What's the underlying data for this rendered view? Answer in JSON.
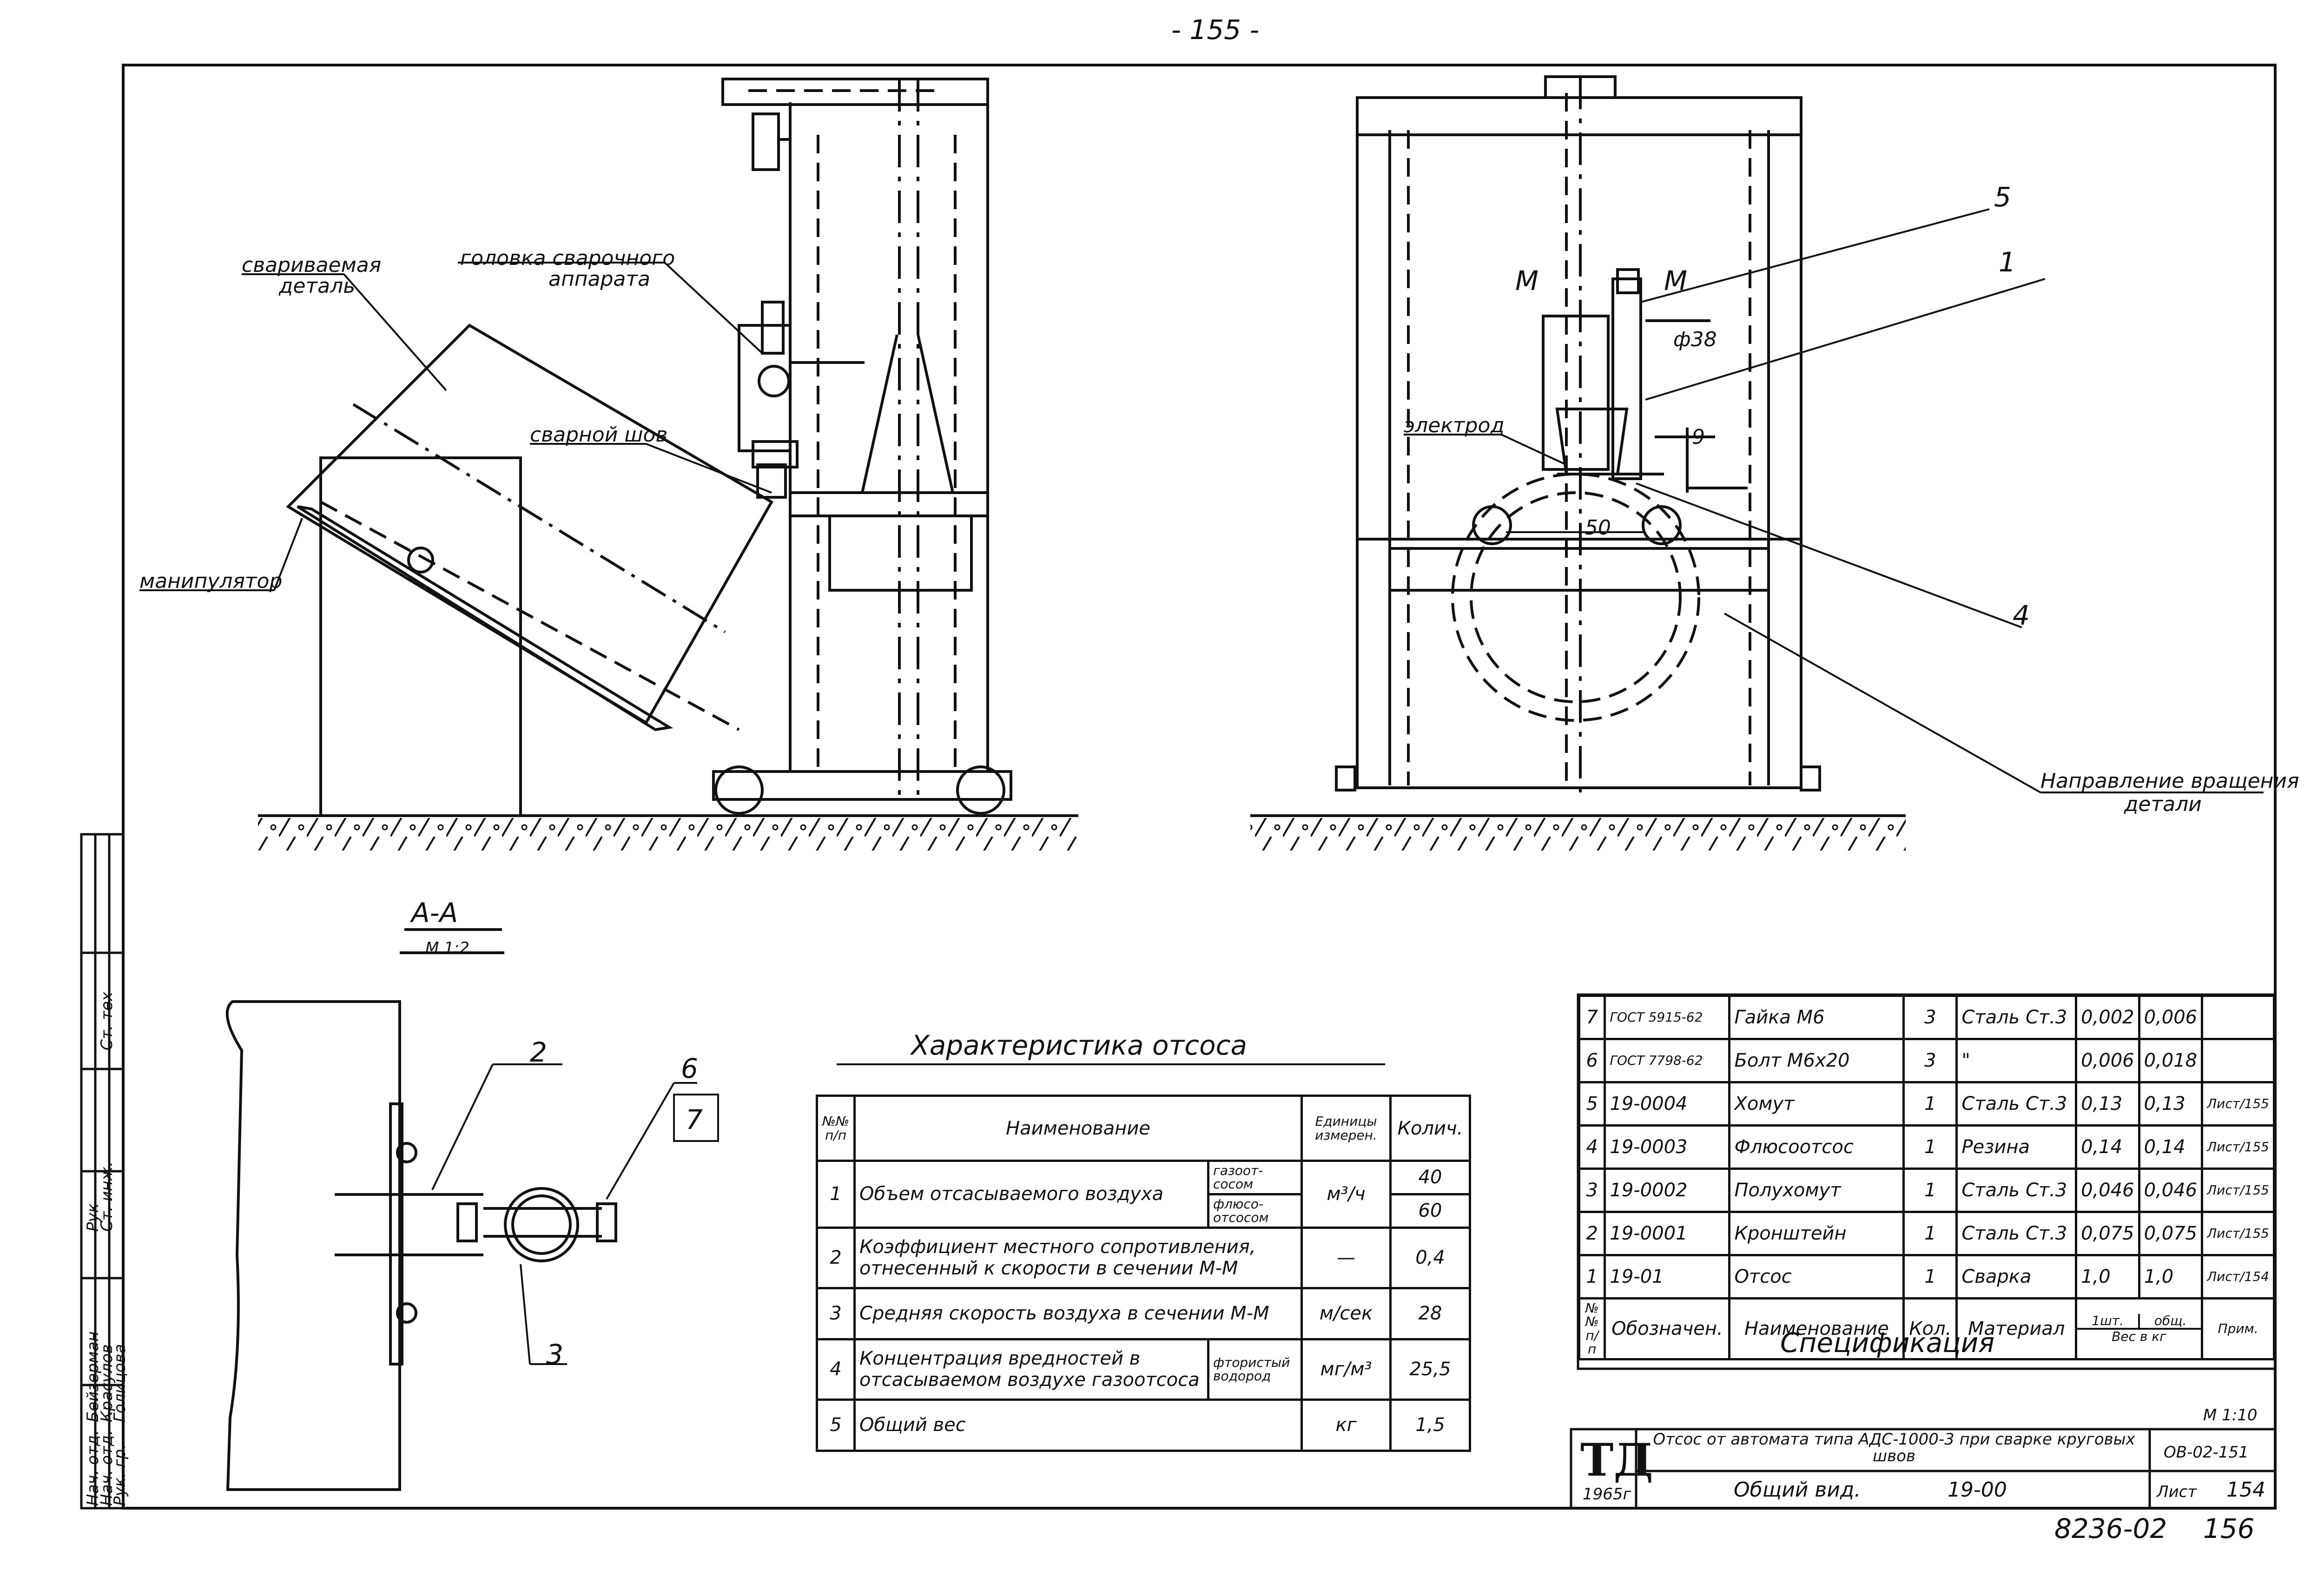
{
  "page_number_top": "- 155 -",
  "labels": {
    "welded_part": [
      "свариваемая",
      "деталь"
    ],
    "weld_head": [
      "головка сварочного",
      "аппарата"
    ],
    "weld_seam": "сварной шов",
    "manipulator": "манипулятор",
    "electrode": "электрод",
    "rotation_direction": [
      "Направление вращения",
      "детали"
    ],
    "section_mark": "М",
    "diameter": "ф38",
    "dim_50": "50",
    "dim_9": "9",
    "callout_1": "1",
    "callout_4": "4",
    "callout_5": "5",
    "section_title": "А-А",
    "section_scale": "М 1:2",
    "callout_2": "2",
    "callout_3": "3",
    "callout_6": "6",
    "callout_7": "7"
  },
  "characteristics": {
    "title": "Характеристика отсоса",
    "header": {
      "num": "№№ п/п",
      "name": "Наименование",
      "unit": "Единицы измерен.",
      "qty": "Колич."
    },
    "rows": [
      {
        "n": "1",
        "name": "Объем отсасываемого воздуха",
        "note1": "газоот-сосом",
        "note2": "флюсо-отсосом",
        "unit": "м³/ч",
        "q1": "40",
        "q2": "60"
      },
      {
        "n": "2",
        "name": "Коэффициент местного сопротивления, отнесенный к скорости в сечении М-М",
        "unit": "—",
        "q1": "0,4"
      },
      {
        "n": "3",
        "name": "Средняя скорость воздуха в сечении М-М",
        "unit": "м/сек",
        "q1": "28"
      },
      {
        "n": "4",
        "name": "Концентрация вредностей в отсасываемом воздухе газоотсоса",
        "note1": "фтористый водород",
        "unit": "мг/м³",
        "q1": "25,5"
      },
      {
        "n": "5",
        "name": "Общий вес",
        "unit": "кг",
        "q1": "1,5"
      }
    ]
  },
  "specification": {
    "title": "Спецификация",
    "rows": [
      {
        "pos": "7",
        "des": "ГОСТ 5915-62",
        "name": "Гайка М6",
        "qty": "3",
        "mat": "Сталь Ст.3",
        "w1": "0,002",
        "w2": "0,006",
        "note": ""
      },
      {
        "pos": "6",
        "des": "ГОСТ 7798-62",
        "name": "Болт М6х20",
        "qty": "3",
        "mat": "\"",
        "w1": "0,006",
        "w2": "0,018",
        "note": ""
      },
      {
        "pos": "5",
        "des": "19-0004",
        "name": "Хомут",
        "qty": "1",
        "mat": "Сталь Ст.3",
        "w1": "0,13",
        "w2": "0,13",
        "note": "Лист/155"
      },
      {
        "pos": "4",
        "des": "19-0003",
        "name": "Флюсоотсос",
        "qty": "1",
        "mat": "Резина",
        "w1": "0,14",
        "w2": "0,14",
        "note": "Лист/155"
      },
      {
        "pos": "3",
        "des": "19-0002",
        "name": "Полухомут",
        "qty": "1",
        "mat": "Сталь Ст.3",
        "w1": "0,046",
        "w2": "0,046",
        "note": "Лист/155"
      },
      {
        "pos": "2",
        "des": "19-0001",
        "name": "Кронштейн",
        "qty": "1",
        "mat": "Сталь Ст.3",
        "w1": "0,075",
        "w2": "0,075",
        "note": "Лист/155"
      },
      {
        "pos": "1",
        "des": "19-01",
        "name": "Отсос",
        "qty": "1",
        "mat": "Сварка",
        "w1": "1,0",
        "w2": "1,0",
        "note": "Лист/154"
      }
    ],
    "header": {
      "pos": "№№ п/п",
      "des": "Обозначен.",
      "name": "Наименование",
      "qty": "Кол.",
      "mat": "Материал",
      "w1": "1шт.",
      "w2": "общ.",
      "weight": "Вес в кг",
      "note": "Прим."
    }
  },
  "title_block": {
    "scale": "М 1:10",
    "logo": "ТД",
    "year": "1965г",
    "description": "Отсос от автомата типа АДС-1000-3 при сварке круговых швов",
    "drawing_no": "ОВ-02-151",
    "view_title": "Общий вид.",
    "doc_code": "19-00",
    "sheet_label": "Лист",
    "sheet_no": "154"
  },
  "side_stamp": {
    "rows": [
      {
        "role": "Нач. отд.",
        "name": "Бейзерман"
      },
      {
        "role": "Нач. отд.",
        "name": "Красулов"
      },
      {
        "role": "Рук. гр.",
        "name": "Голицова"
      }
    ],
    "extra": [
      "Рук",
      "Ст. инж.",
      "Ст. тех"
    ]
  },
  "footer": {
    "archive_no": "8236-02",
    "page_no": "156"
  }
}
